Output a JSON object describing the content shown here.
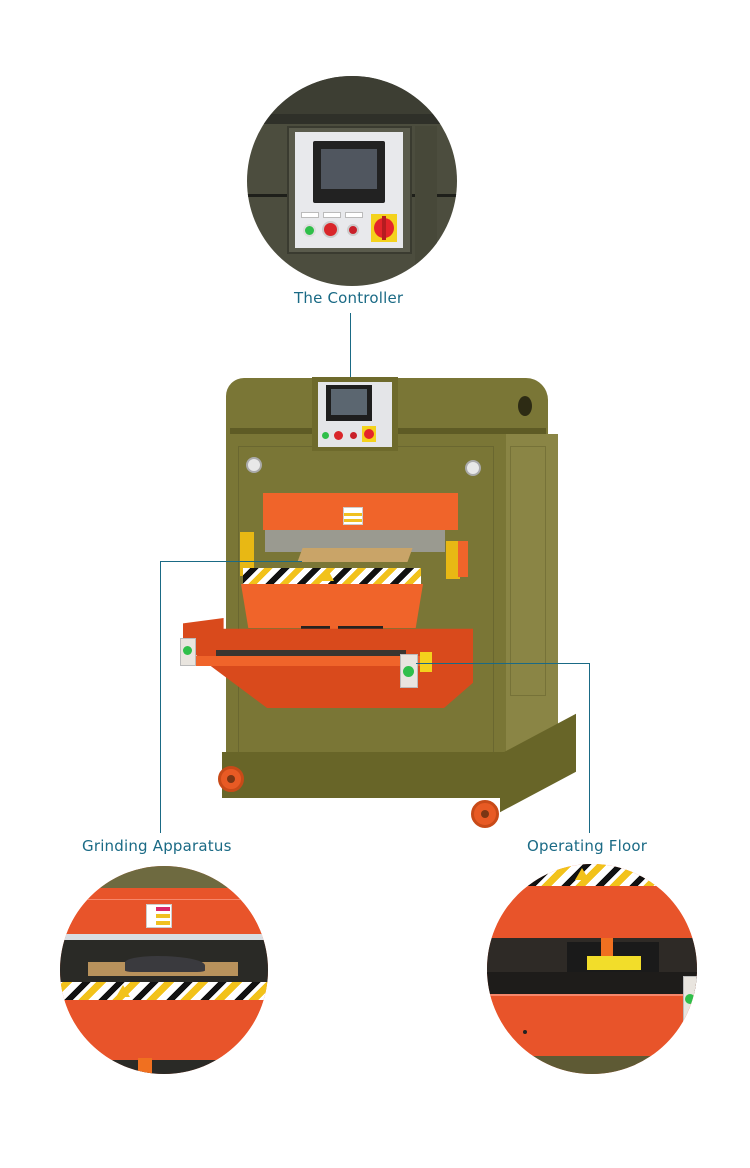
{
  "callouts": {
    "controller": {
      "label": "The Controller"
    },
    "grinding": {
      "label": "Grinding Apparatus"
    },
    "floor": {
      "label": "Operating Floor"
    }
  },
  "colors": {
    "label_text": "#1a6a85",
    "leader_line": "#1a6a85",
    "machine_body": "#7a7636",
    "machine_accent": "#f0642a",
    "background": "#ffffff"
  },
  "images": {
    "controller_detail": "controller-closeup",
    "machine": "grinding-machine-product",
    "grinding_detail": "grinding-apparatus-closeup",
    "floor_detail": "operating-floor-closeup"
  }
}
